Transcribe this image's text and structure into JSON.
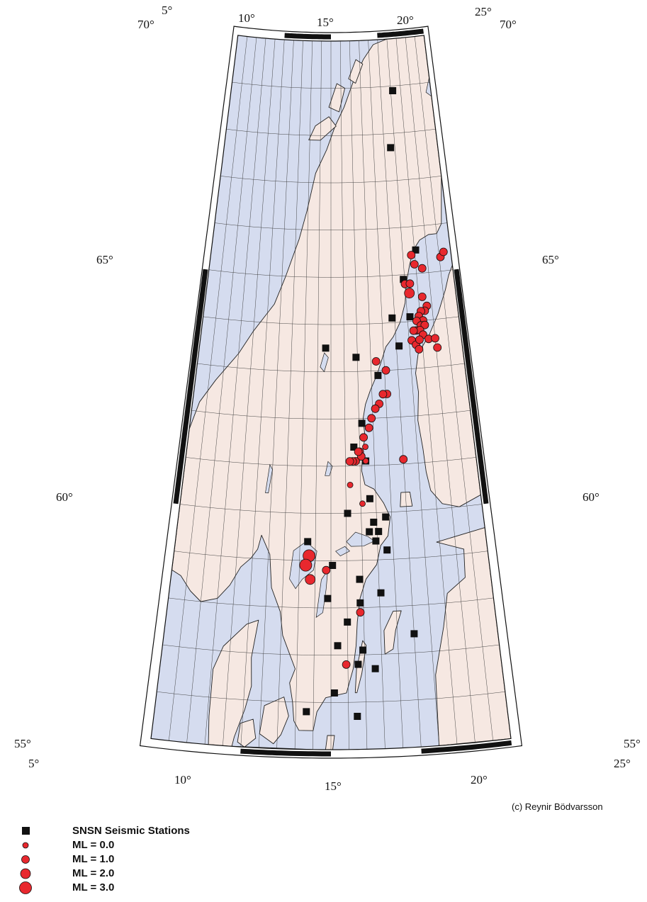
{
  "map": {
    "colors": {
      "sea": "#d5dcef",
      "land": "#f6e8e2",
      "coast": "#222222",
      "grid": "#333333",
      "event": "#e8282e",
      "station": "#111111",
      "frame": "#111111"
    },
    "lon_labels_top": [
      "5°",
      "10°",
      "15°",
      "20°",
      "25°"
    ],
    "lon_labels_bottom": [
      "5°",
      "10°",
      "15°",
      "20°",
      "25°"
    ],
    "lat_labels_left": [
      "70°",
      "65°",
      "60°",
      "55°"
    ],
    "lat_labels_right": [
      "70°",
      "65°",
      "60°",
      "55°"
    ],
    "stations": [
      [
        21.2,
        68.9
      ],
      [
        20.6,
        67.7
      ],
      [
        22.1,
        65.5
      ],
      [
        20.9,
        64.9
      ],
      [
        21.2,
        64.1
      ],
      [
        19.8,
        64.1
      ],
      [
        20.2,
        63.5
      ],
      [
        14.6,
        63.5
      ],
      [
        16.9,
        63.3
      ],
      [
        18.5,
        62.9
      ],
      [
        17.2,
        61.9
      ],
      [
        16.6,
        61.4
      ],
      [
        17.4,
        61.1
      ],
      [
        17.6,
        60.3
      ],
      [
        16.1,
        60.0
      ],
      [
        18.6,
        59.9
      ],
      [
        17.8,
        59.8
      ],
      [
        18.1,
        59.6
      ],
      [
        17.5,
        59.6
      ],
      [
        13.5,
        59.4
      ],
      [
        17.9,
        59.4
      ],
      [
        18.6,
        59.2
      ],
      [
        15.1,
        58.9
      ],
      [
        16.8,
        58.6
      ],
      [
        18.1,
        58.3
      ],
      [
        14.8,
        58.2
      ],
      [
        16.8,
        58.1
      ],
      [
        16.0,
        57.7
      ],
      [
        20.0,
        57.4
      ],
      [
        15.4,
        57.2
      ],
      [
        16.9,
        57.1
      ],
      [
        16.6,
        56.8
      ],
      [
        17.6,
        56.7
      ],
      [
        15.2,
        56.2
      ],
      [
        13.6,
        55.8
      ],
      [
        16.5,
        55.7
      ]
    ],
    "events": [
      [
        21.7,
        65.4,
        1.0
      ],
      [
        21.9,
        65.2,
        1.0
      ],
      [
        22.5,
        65.1,
        1.0
      ],
      [
        24.1,
        65.3,
        1.0
      ],
      [
        24.4,
        65.4,
        1.0
      ],
      [
        21.0,
        64.8,
        1.0
      ],
      [
        21.4,
        64.8,
        1.0
      ],
      [
        21.3,
        64.6,
        2.0
      ],
      [
        22.3,
        64.5,
        1.0
      ],
      [
        22.6,
        64.3,
        1.0
      ],
      [
        22.4,
        64.2,
        1.0
      ],
      [
        22.1,
        64.2,
        1.0
      ],
      [
        21.9,
        64.1,
        1.0
      ],
      [
        22.2,
        64.0,
        1.0
      ],
      [
        21.7,
        64.0,
        1.0
      ],
      [
        22.0,
        63.9,
        1.0
      ],
      [
        22.3,
        63.9,
        1.0
      ],
      [
        21.6,
        63.8,
        1.0
      ],
      [
        21.9,
        63.8,
        1.0
      ],
      [
        22.1,
        63.7,
        1.0
      ],
      [
        21.4,
        63.8,
        1.0
      ],
      [
        21.2,
        63.6,
        1.0
      ],
      [
        21.5,
        63.5,
        1.0
      ],
      [
        21.8,
        63.6,
        1.0
      ],
      [
        22.5,
        63.6,
        1.0
      ],
      [
        23.0,
        63.6,
        1.0
      ],
      [
        23.1,
        63.4,
        1.0
      ],
      [
        21.7,
        63.4,
        1.0
      ],
      [
        18.4,
        63.2,
        1.0
      ],
      [
        19.1,
        63.0,
        1.0
      ],
      [
        19.1,
        62.5,
        1.0
      ],
      [
        18.8,
        62.5,
        1.0
      ],
      [
        18.5,
        62.3,
        1.0
      ],
      [
        18.2,
        62.2,
        1.0
      ],
      [
        17.9,
        62.0,
        1.0
      ],
      [
        17.7,
        61.8,
        1.0
      ],
      [
        17.3,
        61.6,
        1.0
      ],
      [
        17.4,
        61.4,
        0.0
      ],
      [
        17.0,
        61.3,
        1.0
      ],
      [
        17.4,
        61.1,
        0.0
      ],
      [
        17.1,
        61.2,
        1.0
      ],
      [
        16.9,
        61.3,
        1.0
      ],
      [
        16.7,
        61.1,
        1.0
      ],
      [
        16.5,
        61.1,
        1.0
      ],
      [
        16.3,
        61.1,
        1.0
      ],
      [
        20.0,
        61.1,
        1.0
      ],
      [
        16.3,
        60.6,
        0.0
      ],
      [
        17.1,
        60.2,
        0.0
      ],
      [
        13.6,
        59.1,
        3.0
      ],
      [
        13.4,
        58.9,
        3.0
      ],
      [
        14.7,
        58.8,
        1.0
      ],
      [
        13.7,
        58.6,
        2.0
      ],
      [
        16.8,
        57.9,
        1.0
      ],
      [
        15.9,
        56.8,
        1.0
      ]
    ]
  },
  "credit": "(c) Reynir Bödvarsson",
  "legend": [
    {
      "label": "SNSN Seismic Stations",
      "symbol": "square",
      "size": 0
    },
    {
      "label": "ML = 0.0",
      "symbol": "circle",
      "size": 4.0
    },
    {
      "label": "ML = 1.0",
      "symbol": "circle",
      "size": 5.5
    },
    {
      "label": "ML = 2.0",
      "symbol": "circle",
      "size": 7.0
    },
    {
      "label": "ML = 3.0",
      "symbol": "circle",
      "size": 8.5
    }
  ]
}
